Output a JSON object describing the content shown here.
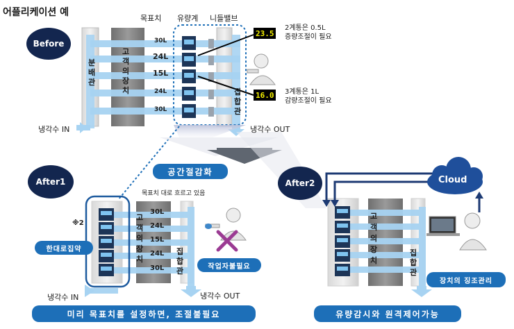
{
  "title": "어플리케이션 예",
  "before": {
    "badge": "Before",
    "col_target": "목표치",
    "col_flowmeter": "유량계",
    "col_needle_valve": "니들밸브",
    "targets": [
      "30L",
      "24L",
      "15L",
      "24L",
      "30L"
    ],
    "manifold_label": "분배관",
    "device_label": "고객의장치",
    "collector_label": "집합관",
    "inlet": "냉각수 IN",
    "outlet": "냉각수 OUT",
    "reading_top": "23.5",
    "note_top_line1": "2계통은 0.5L",
    "note_top_line2": "증량조절이 필요",
    "reading_bottom": "16.0",
    "note_bottom_line1": "3계통은 1L",
    "note_bottom_line2": "감량조절이 필요"
  },
  "space_saving": "공간절감화",
  "after1": {
    "badge": "After1",
    "flow_note": "목표치 대로 흐르고 있음",
    "marker": "※2",
    "targets": [
      "30L",
      "24L",
      "15L",
      "24L",
      "30L"
    ],
    "device_label": "고객의장치",
    "collector_label": "집합관",
    "integrate_label": "한대로집약",
    "no_worker": "작업자불필요",
    "inlet": "냉각수 IN",
    "outlet": "냉각수 OUT",
    "banner": "미리 목표치를 설정하면, 조절불필요"
  },
  "after2": {
    "badge": "After2",
    "cloud": "Cloud",
    "device_label": "고객의장치",
    "collector_label": "집합관",
    "monitor_label": "장치의 징조관리",
    "banner": "유량감시와 원격제어가능"
  },
  "colors": {
    "pipe": "#a7d3f2",
    "pill": "#1d6fb8",
    "badge": "#13264f",
    "device": "#8a8a8a",
    "display": "#f4f000"
  }
}
